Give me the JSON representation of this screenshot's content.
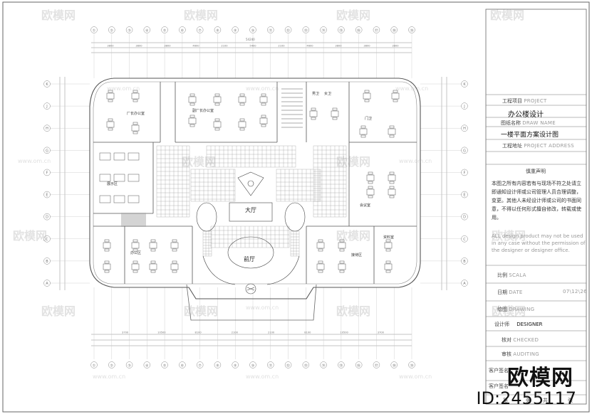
{
  "title_block": {
    "project_label": "工程项目",
    "project_label_en": "PROJECT",
    "project_value": "办公楼设计",
    "drawing_label": "图纸名称",
    "drawing_label_en": "DRAW NAME",
    "drawing_value": "一楼平面方案设计图",
    "address_label": "工程地址",
    "address_label_en": "PROJECT ADDRESS",
    "notice_title": "慎重声明",
    "notice_cn": "本图之所有内容若有与现场不符之处请立即通知设计师或公司管理人员合理调整，变更。其他人未经设计师或公司的书面同意，不得以任何形式擅自修改，转载或使用。",
    "notice_en": "ALL design product may not be used in any case without the permission of the designer or designer office.",
    "scale_label": "比例",
    "scale_label_en": "SCALA",
    "date_label": "日期",
    "date_label_en": "DATE",
    "date_value": "07\\12\\26",
    "drafter_label": "绘图",
    "drafter_label_en": "DRAWING",
    "designer_label": "设计师",
    "designer_value": "DESIGNER",
    "checked_label": "核对",
    "checked_label_en": "CHECKED",
    "audit_label": "审核",
    "audit_label_en": "AUDITING",
    "client_label": "客户签名",
    "sheet_label_a": "第",
    "sheet_label_b": "张",
    "sheet_label_c": "共",
    "sheet_label_d": "张"
  },
  "plan": {
    "room_labels": [
      "厂长办公室",
      "副厂长办公室",
      "大厅",
      "前厅",
      "门卫",
      "男卫",
      "女卫",
      "会议室",
      "展示区",
      "办公区",
      "接待区",
      "资料室"
    ],
    "axes_top": [
      "①",
      "②",
      "③",
      "④",
      "⑤",
      "⑥",
      "⑦",
      "⑧",
      "⑨",
      "⑩",
      "⑪",
      "⑫",
      "⑬",
      "⑭",
      "⑮",
      "⑯",
      "⑰",
      "⑱",
      "⑲"
    ],
    "axes_left": [
      "K",
      "J",
      "H",
      "G",
      "F",
      "E",
      "D",
      "C",
      "B",
      "A"
    ],
    "dim_total": "54240",
    "dims_top": [
      "3800",
      "3800",
      "3800",
      "4600",
      "2100",
      "5400",
      "2100",
      "4600",
      "3800",
      "3800",
      "3800"
    ],
    "dims_bottom": [
      "3700",
      "10500",
      "8100",
      "2100",
      "2100",
      "8100",
      "10500",
      "3700"
    ]
  },
  "watermark": {
    "brand_mark": "欧模网",
    "url": "www.om.cn",
    "brand_large": "欧模网",
    "id_text": "ID:2455117"
  },
  "colors": {
    "line": "#555555",
    "light_line": "#9a9a9a",
    "watermark": "#bbbbbb"
  }
}
